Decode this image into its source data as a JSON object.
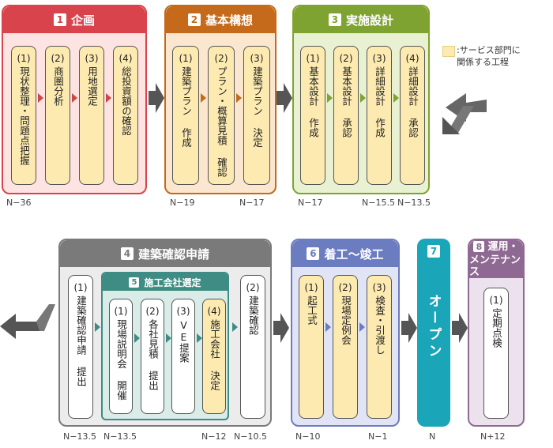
{
  "legend": {
    "line1": ":サービス部門に",
    "line2": "関係する工程",
    "color": "#fdeab0"
  },
  "phases": [
    {
      "num": "1",
      "title": "企画",
      "color": "#d9434b",
      "bg": "#fde3e1",
      "steps": [
        {
          "n": "(1)",
          "text": "現状整理・問題点把握",
          "svc": true
        },
        {
          "n": "(2)",
          "text": "商圏分析",
          "svc": true
        },
        {
          "n": "(3)",
          "text": "用地選定",
          "svc": true
        },
        {
          "n": "(4)",
          "text": "総投資額の確認",
          "svc": true
        }
      ]
    },
    {
      "num": "2",
      "title": "基本構想",
      "color": "#c46a1a",
      "bg": "#fbe6cf",
      "steps": [
        {
          "n": "(1)",
          "text": "建築プラン 作成",
          "svc": true
        },
        {
          "n": "(2)",
          "text": "プラン・概算見積 確認",
          "svc": true
        },
        {
          "n": "(3)",
          "text": "建築プラン 決定",
          "svc": true
        }
      ]
    },
    {
      "num": "3",
      "title": "実施設計",
      "color": "#7fa330",
      "bg": "#e8f1d1",
      "steps": [
        {
          "n": "(1)",
          "text": "基本設計 作成",
          "svc": true
        },
        {
          "n": "(2)",
          "text": "基本設計 承認",
          "svc": true
        },
        {
          "n": "(3)",
          "text": "詳細設計 作成",
          "svc": true
        },
        {
          "n": "(4)",
          "text": "詳細設計 承認",
          "svc": true
        }
      ]
    },
    {
      "num": "4",
      "title": "建築確認申請",
      "color": "#7a7a7a",
      "bg": "#ececec",
      "steps": [
        {
          "n": "(1)",
          "text": "建築確認申請 提出",
          "svc": false
        },
        {
          "n": "(2)",
          "text": "建築確認",
          "svc": false
        }
      ]
    },
    {
      "num": "5",
      "title": "施工会社選定",
      "color": "#3f8c84",
      "bg": "#d9ece8",
      "steps": [
        {
          "n": "(1)",
          "text": "現場説明会 開催",
          "svc": false
        },
        {
          "n": "(2)",
          "text": "各社見積 提出",
          "svc": false
        },
        {
          "n": "(3)",
          "text": "VE提案",
          "svc": false
        },
        {
          "n": "(4)",
          "text": "施工会社 決定",
          "svc": true
        }
      ]
    },
    {
      "num": "6",
      "title": "着工～竣工",
      "color": "#6b7cc1",
      "bg": "#e1e4f4",
      "steps": [
        {
          "n": "(1)",
          "text": "起工式",
          "svc": true
        },
        {
          "n": "(2)",
          "text": "現場定例会",
          "svc": true
        },
        {
          "n": "(3)",
          "text": "検査・引渡し",
          "svc": true
        }
      ]
    },
    {
      "num": "7",
      "title": "オープン",
      "color": "#1aa5b8"
    },
    {
      "num": "8",
      "title": "運用・メンテナンス",
      "title1": "運用・",
      "title2": "メンテナンス",
      "color": "#8e6a93",
      "bg": "#ece2ee",
      "steps": [
        {
          "n": "(1)",
          "text": "定期点検",
          "svc": false
        }
      ]
    }
  ],
  "timeline": {
    "n36": "N−36",
    "n19": "N−19",
    "n17a": "N−17",
    "n17b": "N−17",
    "n155": "N−15.5",
    "n135a": "N−13.5",
    "n135b": "N−13.5",
    "n135c": "N−13.5",
    "n12": "N−12",
    "n105": "N−10.5",
    "n10": "N−10",
    "n1": "N−1",
    "n": "N",
    "n12p": "N+12"
  }
}
